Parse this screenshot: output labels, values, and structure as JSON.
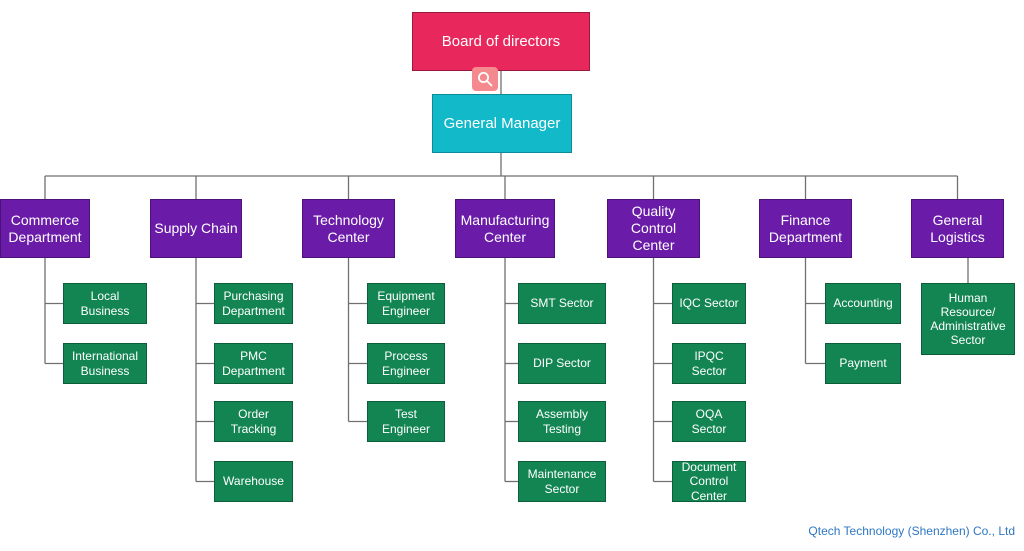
{
  "board": "Board of directors",
  "general_manager": "General Manager",
  "departments": [
    {
      "label": "Commerce\nDepartment",
      "subs": [
        "Local\nBusiness",
        "International\nBusiness"
      ]
    },
    {
      "label": "Supply Chain",
      "subs": [
        "Purchasing\nDepartment",
        "PMC\nDepartment",
        "Order\nTracking",
        "Warehouse"
      ]
    },
    {
      "label": "Technology\nCenter",
      "subs": [
        "Equipment\nEngineer",
        "Process\nEngineer",
        "Test\nEngineer"
      ]
    },
    {
      "label": "Manufacturing\nCenter",
      "subs": [
        "SMT Sector",
        "DIP Sector",
        "Assembly\nTesting",
        "Maintenance\nSector"
      ]
    },
    {
      "label": "Quality\nControl\nCenter",
      "subs": [
        "IQC Sector",
        "IPQC\nSector",
        "OQA\nSector",
        "Document\nControl\nCenter"
      ]
    },
    {
      "label": "Finance\nDepartment",
      "subs": [
        "Accounting",
        "Payment"
      ]
    },
    {
      "label": "General\nLogistics",
      "subs": [
        "Human\nResource/\nAdministrative\nSector"
      ]
    }
  ],
  "footer": "Qtech Technology (Shenzhen) Co., Ltd",
  "icons": {
    "zoom": "magnifier-icon"
  },
  "colors": {
    "board": "#e8285c",
    "general_manager": "#12b9c9",
    "department": "#6a1ba8",
    "sector": "#138552",
    "footer": "#2e77c2"
  }
}
